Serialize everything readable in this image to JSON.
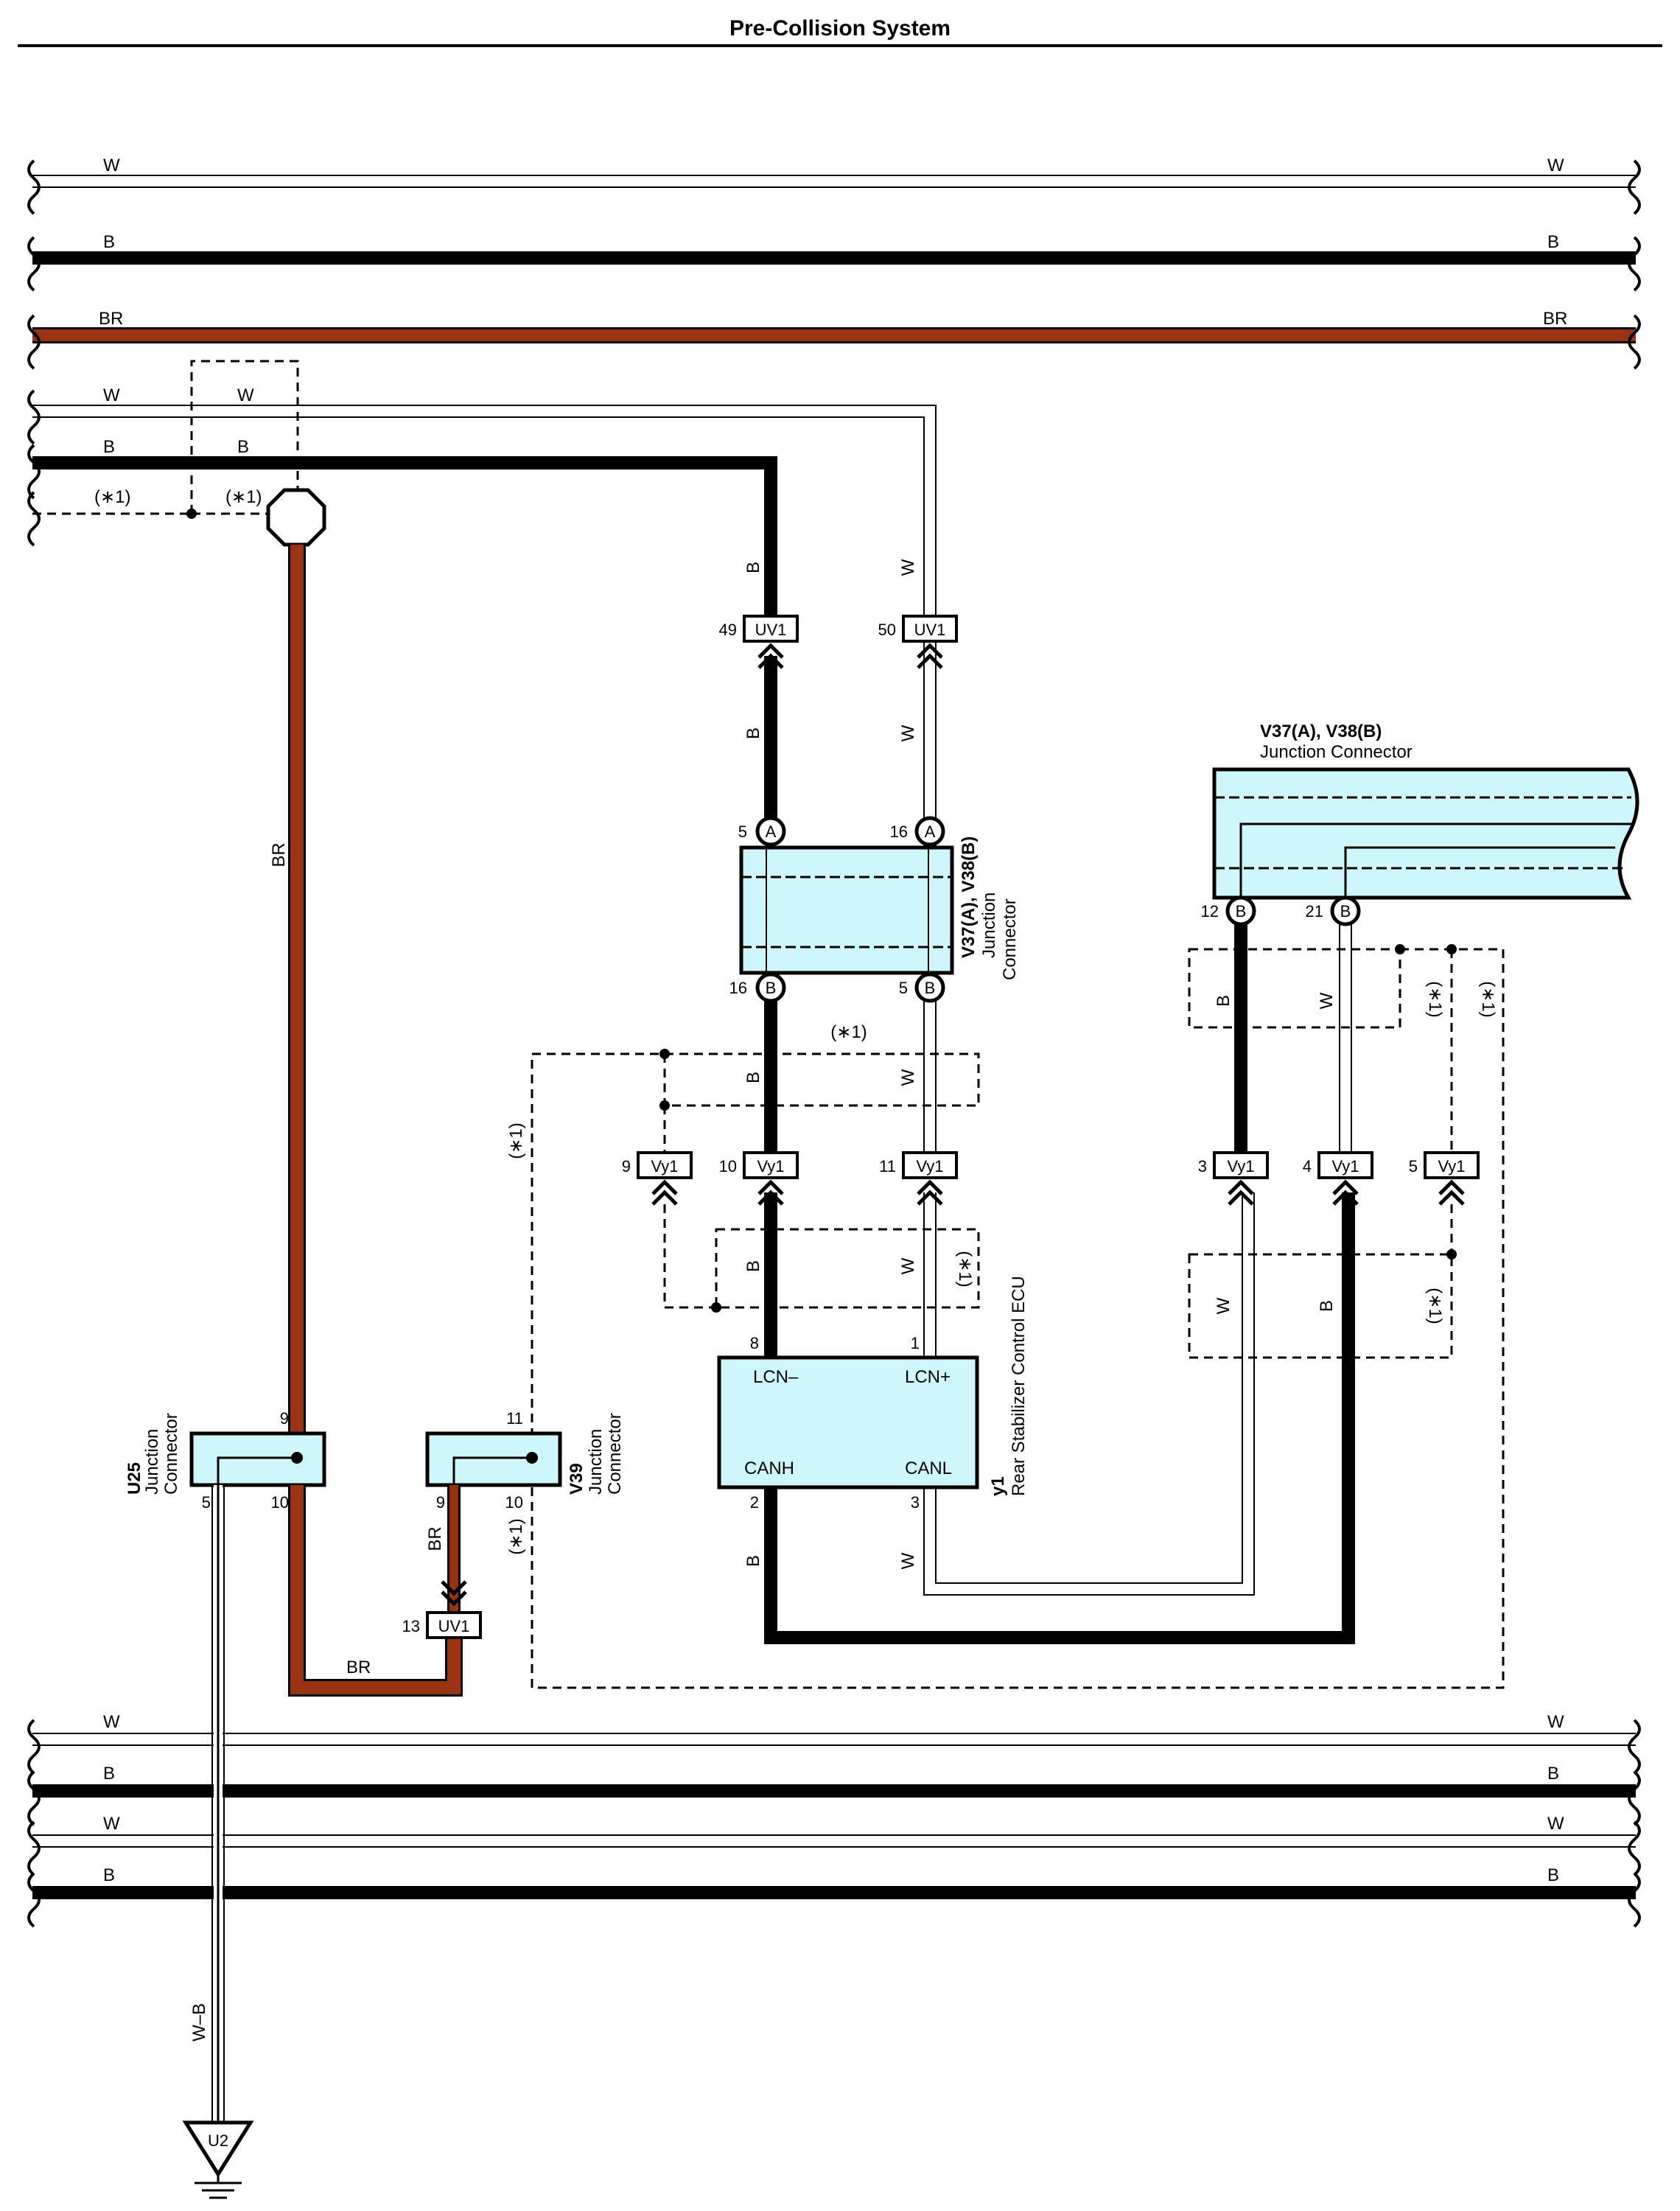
{
  "title": "Pre-Collision System",
  "colors": {
    "brown": "#9a3312",
    "connector_fill": "#cdf7fa",
    "black": "#000000",
    "white_wire": "#ffffff"
  },
  "buses_top": [
    {
      "color": "W",
      "left": "W",
      "right": "W"
    },
    {
      "color": "B",
      "left": "B",
      "right": "B"
    },
    {
      "color": "BR",
      "left": "BR",
      "right": "BR"
    }
  ],
  "buses_bottom": [
    {
      "left": "W",
      "right": "W"
    },
    {
      "left": "B",
      "right": "B"
    },
    {
      "left": "W",
      "right": "W"
    },
    {
      "left": "B",
      "right": "B"
    }
  ],
  "left_group": {
    "w1": "W",
    "w2": "W",
    "b1": "B",
    "b2": "B",
    "s1": "(∗1)",
    "s2": "(∗1)"
  },
  "wire_labels": {
    "br_vertical": "BR",
    "b_uv49": "B",
    "w_uv50": "W",
    "b_mid": "B",
    "w_mid": "W",
    "b_up": "B",
    "w_up": "W",
    "b_low": "B",
    "w_low": "W",
    "b_right_top": "B",
    "w_right_top": "W",
    "w_right_low": "W",
    "b_right_low": "B",
    "b_ecu_bottom": "B",
    "w_ecu_bottom": "W",
    "br_v39": "BR",
    "br_bottom": "BR",
    "wb": "W–B",
    "s_left": "(∗1)",
    "s_top": "(∗1)",
    "s_v39": "(∗1)",
    "s_mid": "(∗1)",
    "s_right1": "(∗1)",
    "s_right2": "(∗1)",
    "s_right3": "(∗1)"
  },
  "connectors": {
    "uv49": {
      "name": "UV1",
      "pin": "49"
    },
    "uv50": {
      "name": "UV1",
      "pin": "50"
    },
    "uv13": {
      "name": "UV1",
      "pin": "13"
    },
    "vy9": {
      "name": "Vy1",
      "pin": "9"
    },
    "vy10": {
      "name": "Vy1",
      "pin": "10"
    },
    "vy11": {
      "name": "Vy1",
      "pin": "11"
    },
    "vy3": {
      "name": "Vy1",
      "pin": "3"
    },
    "vy4": {
      "name": "Vy1",
      "pin": "4"
    },
    "vy5": {
      "name": "Vy1",
      "pin": "5"
    }
  },
  "junction_mid": {
    "code": "V37(A), V38(B)",
    "name1": "Junction",
    "name2": "Connector",
    "pins": {
      "a5": "5",
      "a16": "16",
      "b16": "16",
      "b5": "5"
    },
    "letters": {
      "a": "A",
      "b": "B"
    }
  },
  "junction_right": {
    "code": "V37(A), V38(B)",
    "name": "Junction Connector",
    "pins": {
      "b12": "12",
      "b21": "21"
    },
    "letter": "B"
  },
  "u25": {
    "code": "U25",
    "name1": "Junction",
    "name2": "Connector",
    "pins": {
      "p9": "9",
      "p5": "5",
      "p10": "10"
    }
  },
  "v39": {
    "code": "V39",
    "name1": "Junction",
    "name2": "Connector",
    "pins": {
      "p11": "11",
      "p9": "9",
      "p10": "10"
    }
  },
  "ecu": {
    "code": "y1",
    "name": "Rear Stabilizer Control ECU",
    "terminals": {
      "lcn_minus": "LCN–",
      "lcn_plus": "LCN+",
      "canh": "CANH",
      "canl": "CANL"
    },
    "pins": {
      "p8": "8",
      "p1": "1",
      "p2": "2",
      "p3": "3"
    }
  },
  "ground": {
    "code": "U2"
  }
}
